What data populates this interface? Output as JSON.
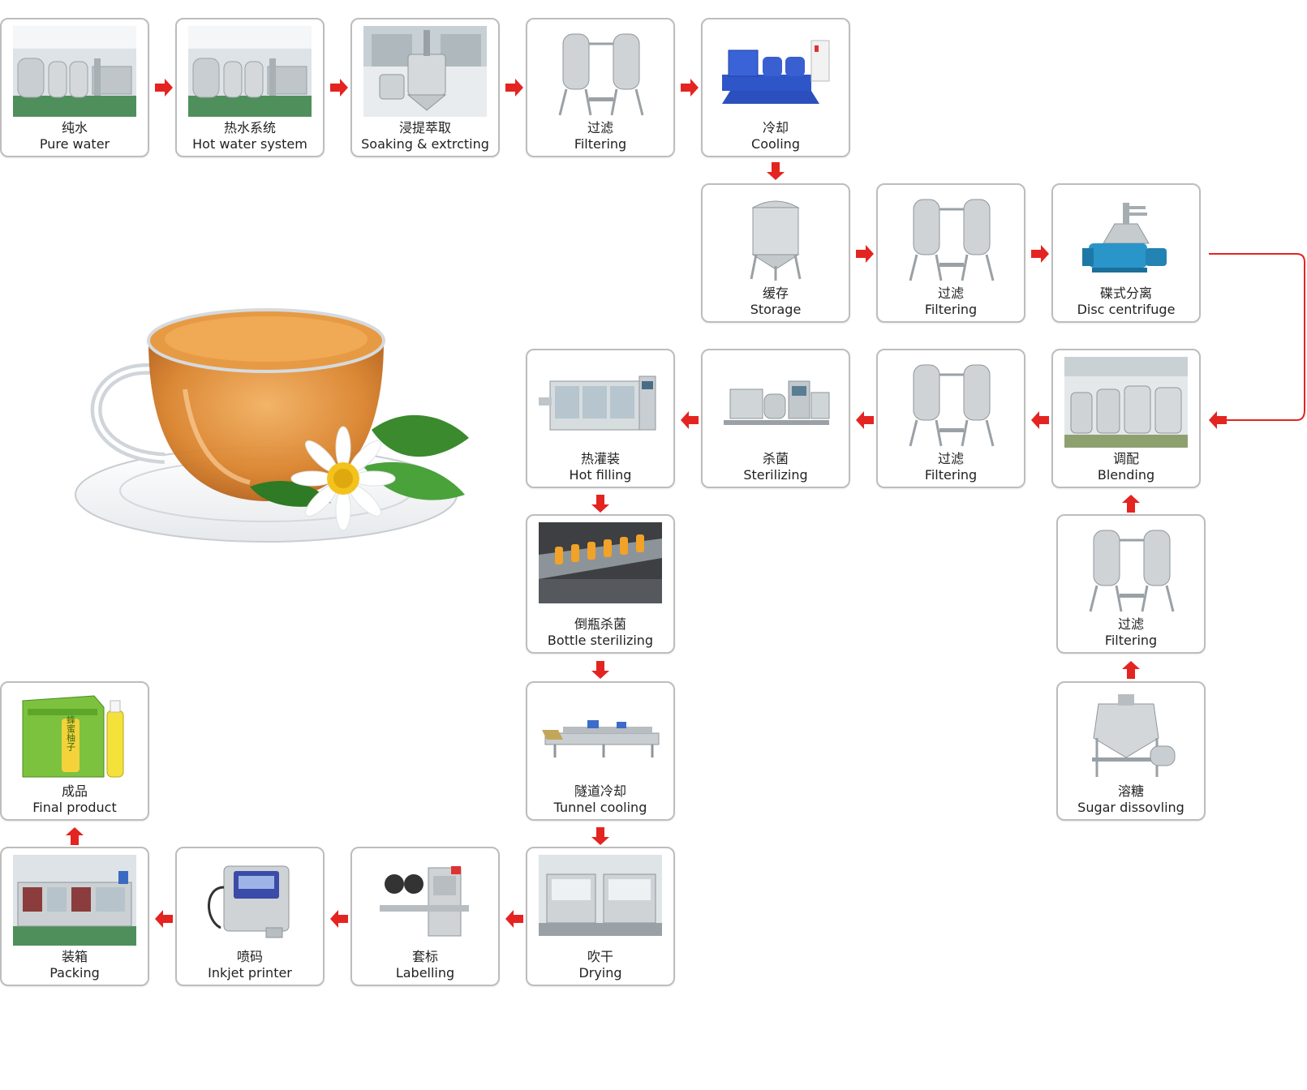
{
  "colors": {
    "arrow": "#e42421",
    "border": "#bdbdbd"
  },
  "nodes": {
    "pure_water": {
      "cn": "纯水",
      "en": "Pure water",
      "icon": "water-plant-photo"
    },
    "hot_water": {
      "cn": "热水系统",
      "en": "Hot water system",
      "icon": "hot-water-plant-photo"
    },
    "soaking": {
      "cn": "浸提萃取",
      "en": "Soaking & extrcting",
      "icon": "extraction-tank-photo"
    },
    "filtering1": {
      "cn": "过滤",
      "en": "Filtering",
      "icon": "duplex-filter-photo"
    },
    "cooling": {
      "cn": "冷却",
      "en": "Cooling",
      "icon": "plate-cooler-photo"
    },
    "storage": {
      "cn": "缓存",
      "en": "Storage",
      "icon": "storage-tank-photo"
    },
    "filtering2": {
      "cn": "过滤",
      "en": "Filtering",
      "icon": "duplex-filter-photo"
    },
    "centrifuge": {
      "cn": "碟式分离",
      "en": "Disc centrifuge",
      "icon": "disc-centrifuge-photo"
    },
    "blending": {
      "cn": "调配",
      "en": "Blending",
      "icon": "blending-tanks-photo"
    },
    "filtering3": {
      "cn": "过滤",
      "en": "Filtering",
      "icon": "duplex-filter-photo"
    },
    "sterilizing": {
      "cn": "杀菌",
      "en": "Sterilizing",
      "icon": "sterilizer-photo"
    },
    "hot_filling": {
      "cn": "热灌装",
      "en": "Hot filling",
      "icon": "filling-machine-photo"
    },
    "filtering4": {
      "cn": "过滤",
      "en": "Filtering",
      "icon": "duplex-filter-photo"
    },
    "sugar": {
      "cn": "溶糖",
      "en": "Sugar dissovling",
      "icon": "sugar-tank-photo"
    },
    "bottle_ster": {
      "cn": "倒瓶杀菌",
      "en": "Bottle sterilizing",
      "icon": "bottle-conveyor-photo"
    },
    "tunnel": {
      "cn": "隧道冷却",
      "en": "Tunnel cooling",
      "icon": "tunnel-cooler-photo"
    },
    "drying": {
      "cn": "吹干",
      "en": "Drying",
      "icon": "dryer-photo"
    },
    "labelling": {
      "cn": "套标",
      "en": "Labelling",
      "icon": "labeller-photo"
    },
    "inkjet": {
      "cn": "喷码",
      "en": "Inkjet printer",
      "icon": "inkjet-printer-photo"
    },
    "packing": {
      "cn": "装箱",
      "en": "Packing",
      "icon": "packing-machine-photo"
    },
    "final": {
      "cn": "成品",
      "en": "Final product",
      "icon": "product-box-photo"
    }
  },
  "product_box_text": "蜂蜜柚子",
  "decor": {
    "icon": "tea-cup-photo"
  }
}
